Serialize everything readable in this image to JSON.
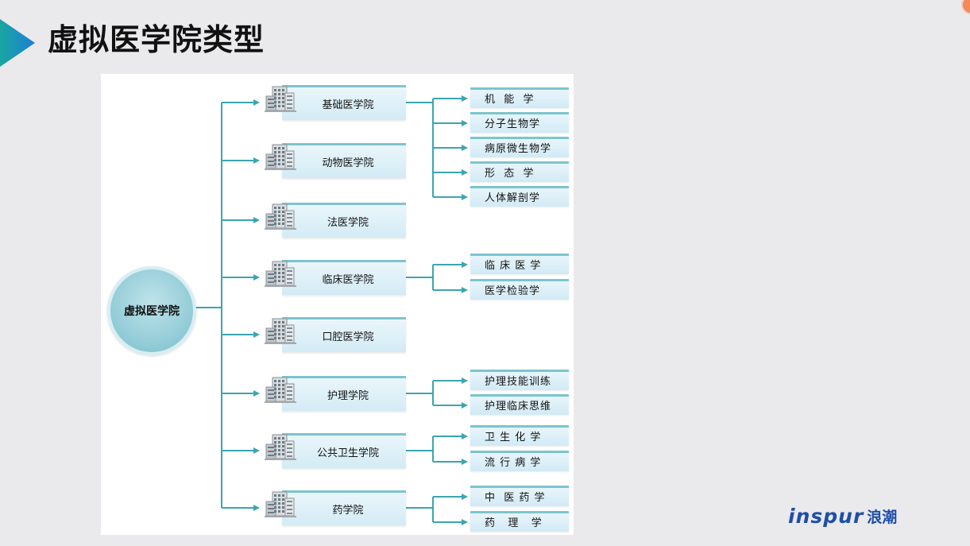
{
  "title": "虚拟医学院类型",
  "root": "虚拟医学院",
  "colors": {
    "line": "#3aa6b0",
    "accent": "#1c9fd6",
    "logo": "#1f4ea8"
  },
  "schools": [
    {
      "label": "基础医学院",
      "children": [
        "机  能  学",
        "分子生物学",
        "病原微生物学",
        "形  态  学",
        "人体解剖学"
      ]
    },
    {
      "label": "动物医学院",
      "children": []
    },
    {
      "label": "法医学院",
      "children": []
    },
    {
      "label": "临床医学院",
      "children": [
        "临 床 医 学",
        "医学检验学"
      ]
    },
    {
      "label": "口腔医学院",
      "children": []
    },
    {
      "label": "护理学院",
      "children": [
        "护理技能训练",
        "护理临床思维"
      ]
    },
    {
      "label": "公共卫生学院",
      "children": [
        "卫 生 化 学",
        "流 行 病 学"
      ]
    },
    {
      "label": "药学院",
      "children": [
        "中  医 药 学",
        "药   理   学"
      ]
    }
  ],
  "logo": {
    "en": "inspur",
    "cn": "浪潮"
  }
}
